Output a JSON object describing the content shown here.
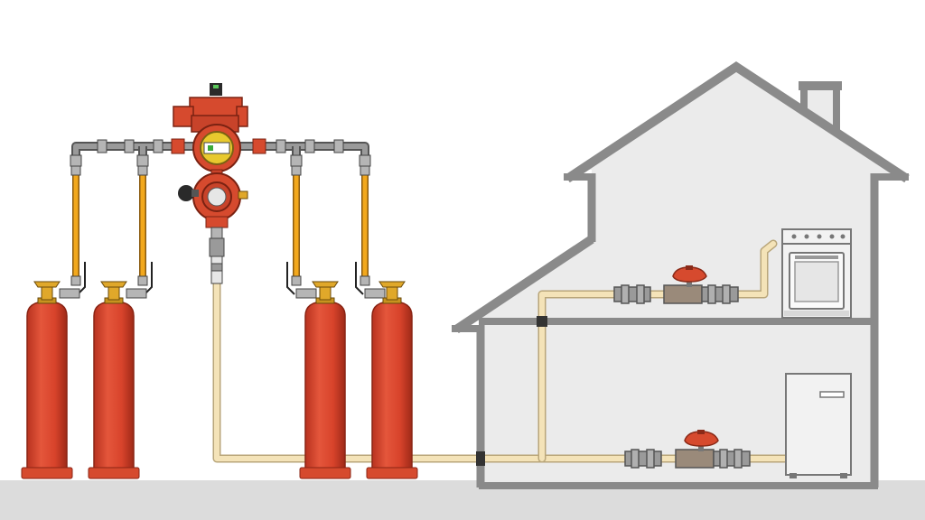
{
  "colors": {
    "background": "#ffffff",
    "ground": "#dcdcdc",
    "house_wall": "#8a8a8a",
    "house_fill": "#ebebeb",
    "cylinder_red": "#d9442b",
    "cylinder_dark": "#a52e1c",
    "valve_brass": "#e0a82a",
    "hose_orange": "#f2a81d",
    "steel_pipe": "#8c8c8c",
    "copper_pipe": "#f4e3b8",
    "regulator_red": "#d64a2e",
    "appliance": "#f2f2f2"
  },
  "icons": {
    "cylinders": "gas-cylinder-icon",
    "regulator": "pressure-regulator-icon",
    "valves": "ball-valve-icon",
    "stove": "stove-icon",
    "boiler": "boiler-icon",
    "house": "house-icon"
  },
  "diagram": {
    "cylinder_count": 4,
    "appliance_count": 2,
    "shutoff_valve_count": 2
  }
}
